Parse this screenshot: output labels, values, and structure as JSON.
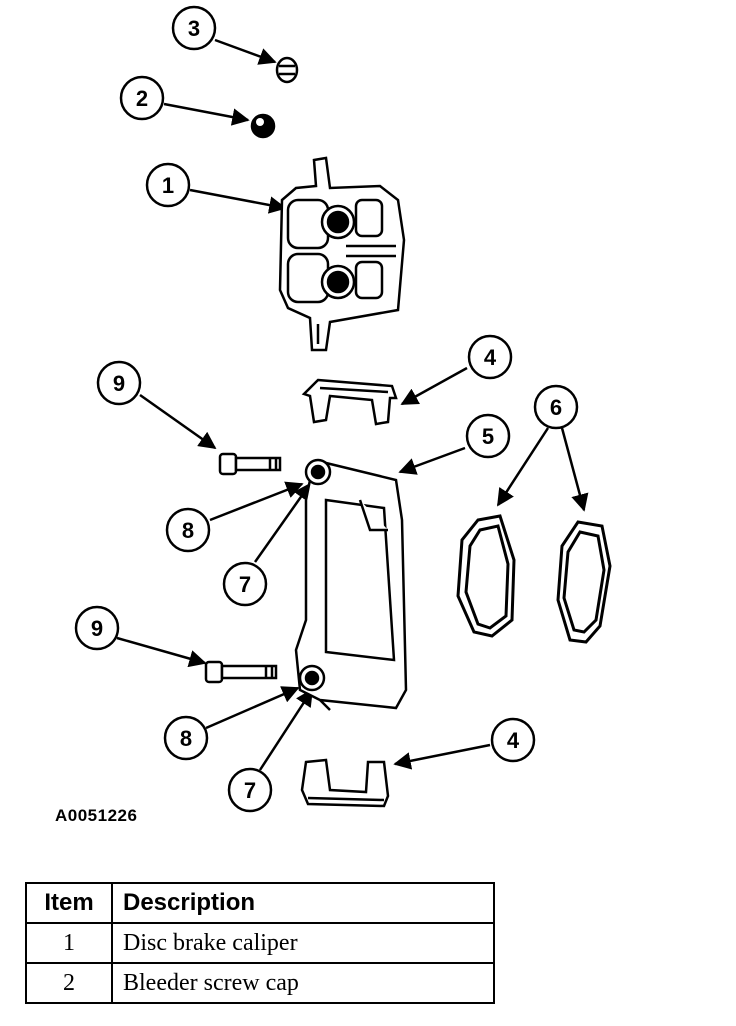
{
  "callouts": [
    "3",
    "2",
    "1",
    "4",
    "9",
    "5",
    "6",
    "8",
    "7",
    "9",
    "8",
    "7",
    "4"
  ],
  "figure_id": "A0051226",
  "table": {
    "headers": [
      "Item",
      "Description"
    ],
    "rows": [
      {
        "item": "1",
        "description": "Disc brake caliper"
      },
      {
        "item": "2",
        "description": "Bleeder screw cap"
      }
    ]
  }
}
